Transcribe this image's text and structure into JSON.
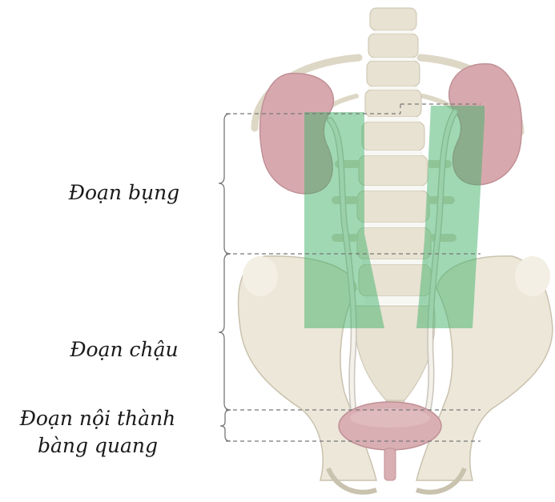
{
  "labels": {
    "abdominal": "Đoạn bụng",
    "pelvic": "Đoạn chậu",
    "intramural_line1": "Đoạn nội thành",
    "intramural_line2": "bàng quang"
  },
  "colors": {
    "bone": "#ece7d9",
    "bone_shadow": "#c9c2ae",
    "disc": "#f7f7f4",
    "kidney": "#d7a9ae",
    "bladder": "#d9afb3",
    "highlight": "#41b26a",
    "guide_line": "#777777"
  }
}
